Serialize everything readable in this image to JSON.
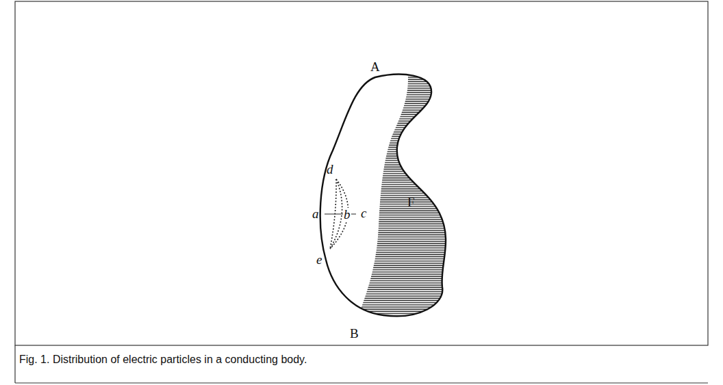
{
  "diagram": {
    "caption": "Fig. 1. Distribution of electric particles in a conducting body.",
    "labels": [
      "A",
      "d",
      "F",
      "a",
      "b",
      "c",
      "e",
      "B"
    ]
  }
}
